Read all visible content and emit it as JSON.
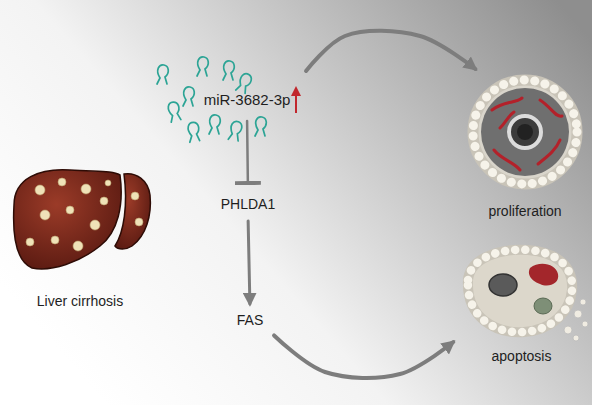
{
  "diagram": {
    "nodes": [
      {
        "text": [
          "miR-3682-3p"
        ]
      },
      {
        "text": [
          "PHLDA1"
        ]
      },
      {
        "text": [
          "proliferation"
        ]
      },
      {
        "text": [
          "Liver cirrhosis"
        ]
      },
      {
        "text": [
          "FAS"
        ]
      },
      {
        "text": [
          "apoptosis"
        ]
      }
    ],
    "edges": [
      {
        "from": 0,
        "to": 1,
        "arrow": "to"
      },
      {
        "from": 1,
        "to": 4,
        "arrow": "to"
      },
      {
        "from": 0,
        "to": 2,
        "arrow": "to"
      },
      {
        "from": 4,
        "to": 5,
        "arrow": "to"
      }
    ]
  }
}
